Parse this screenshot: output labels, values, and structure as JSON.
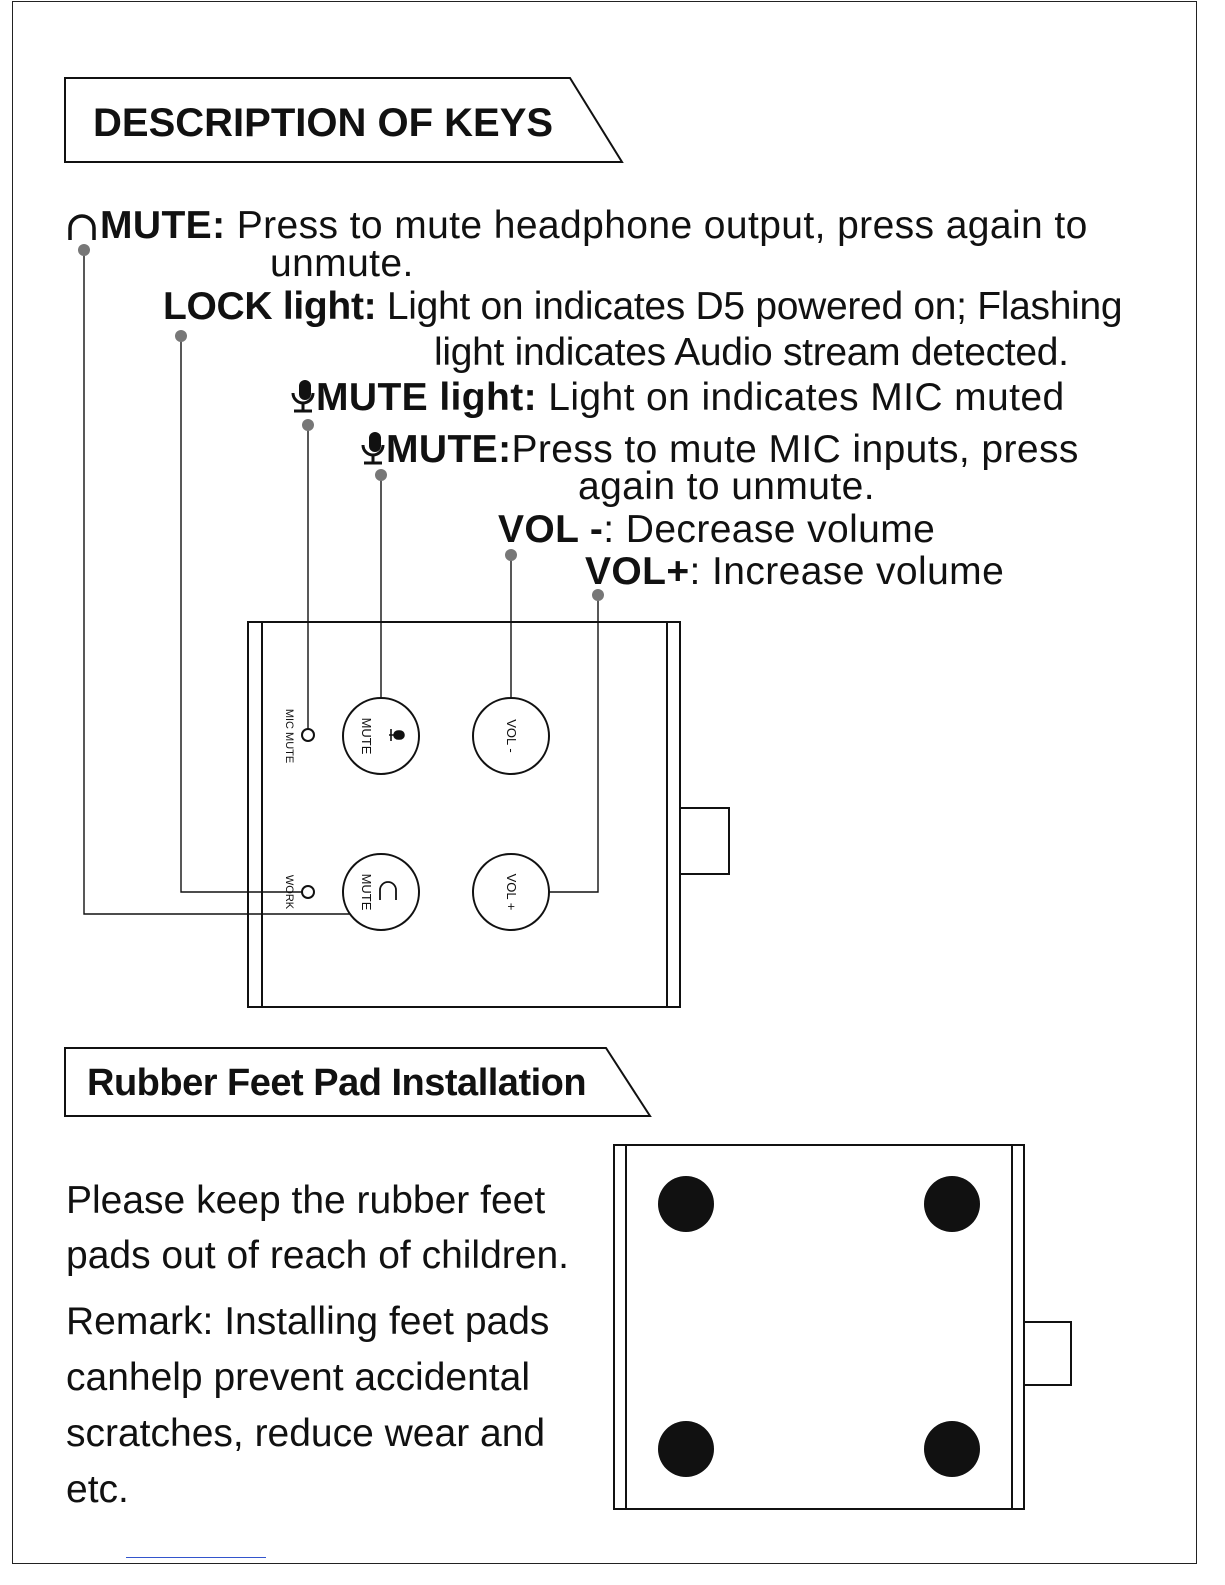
{
  "sections": {
    "keys_title": "DESCRIPTION OF KEYS",
    "feet_title": "Rubber Feet Pad Installation"
  },
  "keys": {
    "hp_mute": {
      "label": "MUTE:",
      "desc": " Press to mute headphone output, press again to",
      "cont": "unmute."
    },
    "lock": {
      "label": "LOCK light:",
      "desc": " Light on indicates D5 powered on; Flashing",
      "cont": "light indicates Audio stream detected."
    },
    "mic_light": {
      "label": "MUTE light:",
      "desc": " Light on indicates MIC muted"
    },
    "mic_mute": {
      "label": "MUTE:",
      "desc": "Press to mute MIC inputs, press",
      "cont": "again to unmute."
    },
    "vol_minus": {
      "label": "VOL -",
      "desc": ": Decrease volume"
    },
    "vol_plus": {
      "label": "VOL+",
      "desc": ": Increase volume"
    }
  },
  "device": {
    "mic_mute_led": "MIC MUTE",
    "work_led": "WORK",
    "btn_mic_mute": "MUTE",
    "btn_hp_mute": "MUTE",
    "btn_vol_minus": "VOL -",
    "btn_vol_plus": "VOL +"
  },
  "feet": {
    "warning_line1": "Please keep the rubber feet",
    "warning_line2": "pads out of reach of children.",
    "remark_line1": "Remark: Installing feet pads",
    "remark_line2": "canhelp prevent accidental",
    "remark_line3": "scratches, reduce wear and",
    "remark_line4": "etc."
  },
  "icons": [
    "headphone-icon",
    "microphone-icon"
  ],
  "colors": {
    "line": "#111111",
    "dot": "#777777",
    "foot": "#111111"
  }
}
